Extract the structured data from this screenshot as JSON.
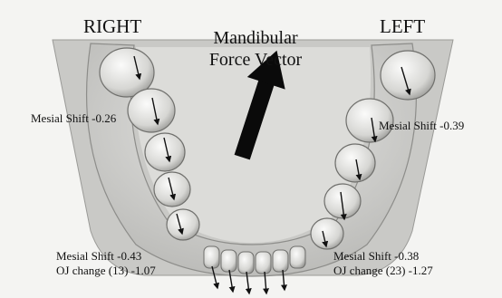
{
  "labels": {
    "right": "RIGHT",
    "left": "LEFT",
    "force_line1": "Mandibular",
    "force_line2": "Force Vector"
  },
  "annotations": {
    "right_upper": "Mesial Shift -0.26",
    "left_upper": "Mesial Shift -0.39",
    "right_lower_shift": "Mesial Shift -0.43",
    "right_lower_oj": "OJ change (13) -1.07",
    "left_lower_shift": "Mesial Shift -0.38",
    "left_lower_oj": "OJ change (23) -1.27"
  }
}
